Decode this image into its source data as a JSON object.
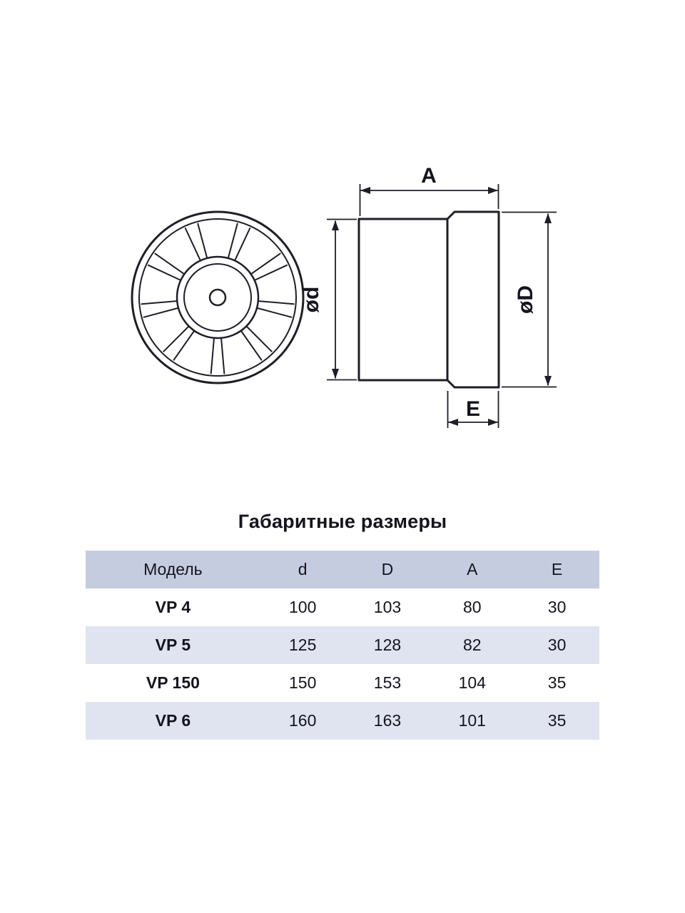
{
  "title": "Габаритные размеры",
  "drawing": {
    "dim_a": "A",
    "dim_d_inner": "ød",
    "dim_d_outer": "øD",
    "dim_e": "E"
  },
  "table": {
    "columns": [
      "Модель",
      "d",
      "D",
      "A",
      "E"
    ],
    "rows": [
      {
        "model": "VP 4",
        "d": "100",
        "D": "103",
        "A": "80",
        "E": "30"
      },
      {
        "model": "VP 5",
        "d": "125",
        "D": "128",
        "A": "82",
        "E": "30"
      },
      {
        "model": "VP 150",
        "d": "150",
        "D": "153",
        "A": "104",
        "E": "35"
      },
      {
        "model": "VP 6",
        "d": "160",
        "D": "163",
        "A": "101",
        "E": "35"
      }
    ]
  },
  "colors": {
    "table_header_bg": "#c6cce0",
    "table_alt_row_bg": "#e0e4f1",
    "text": "#14141e",
    "line": "#1e1e28",
    "background": "#ffffff"
  }
}
